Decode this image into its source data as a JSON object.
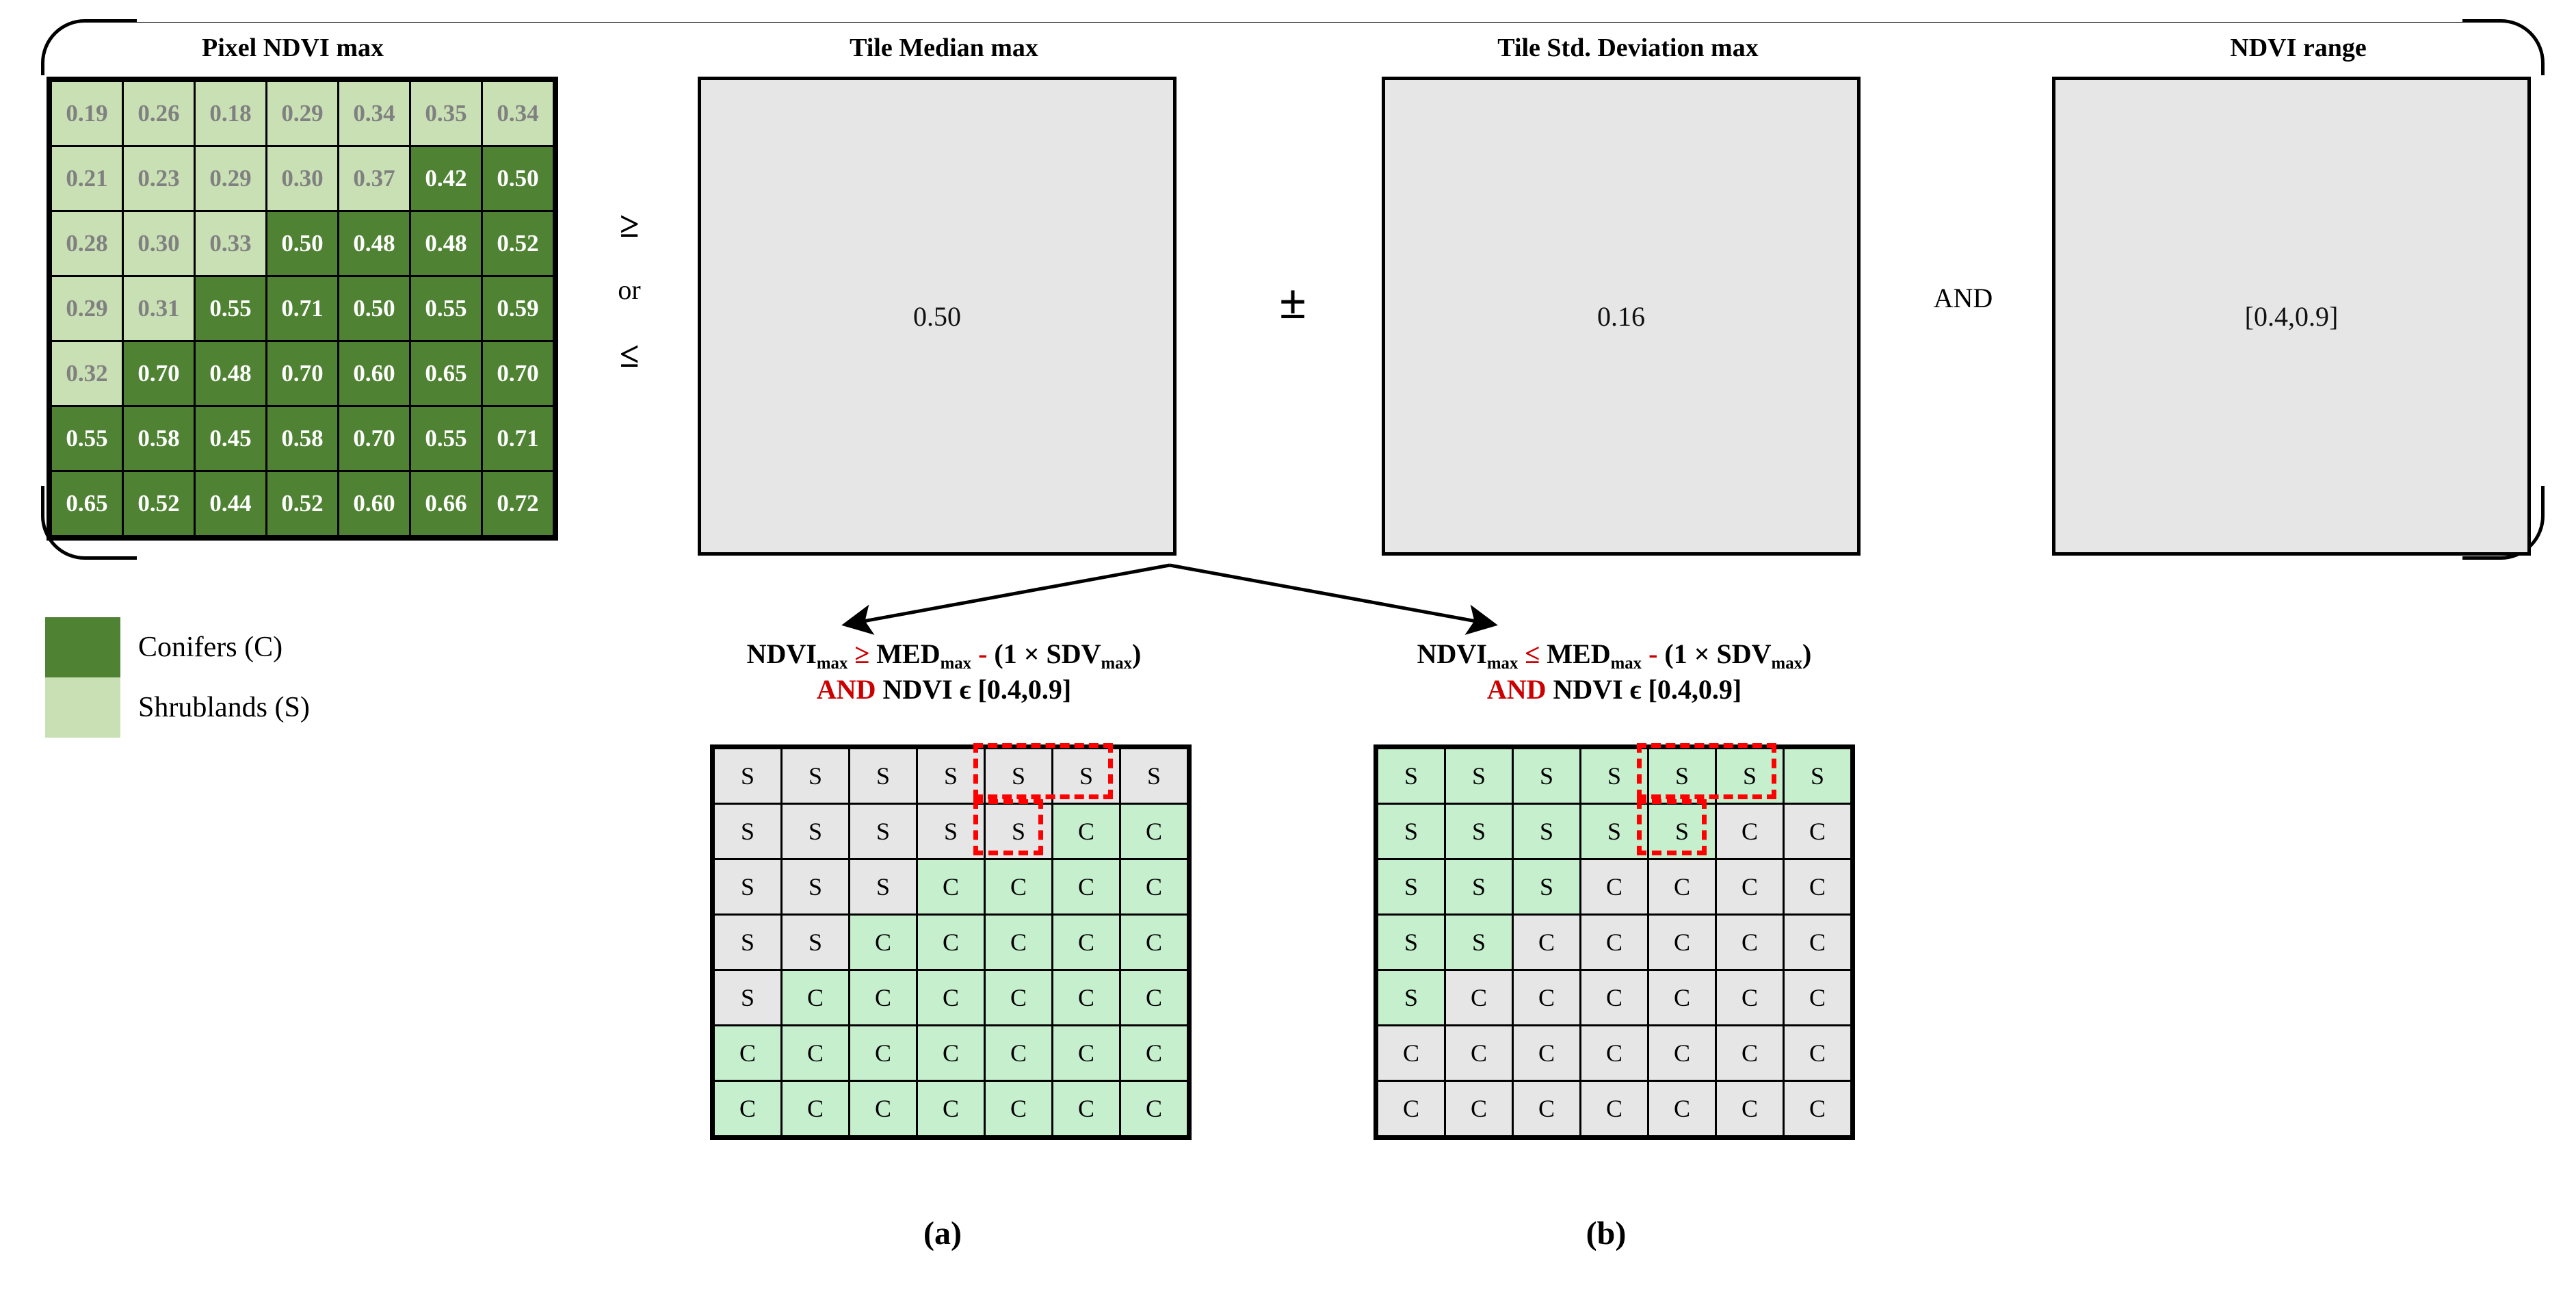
{
  "panels": {
    "pixel_ndvi": {
      "title": "Pixel  NDVI max"
    },
    "tile_median": {
      "title": "Tile Median max",
      "value": "0.50"
    },
    "tile_std": {
      "title": "Tile Std. Deviation max",
      "value": "0.16"
    },
    "ndvi_range": {
      "title": "NDVI range",
      "value": "[0.4,0.9]"
    }
  },
  "operators": {
    "gte": "≥",
    "or": "or",
    "lte": "≤",
    "plusminus": "±",
    "and": "AND"
  },
  "colors": {
    "conifer": "#4f8233",
    "shrubland": "#c8e0b4",
    "highlight_green": "#c6efce",
    "grey_cell": "#e6e6e6",
    "red_accent": "#cc0000",
    "red_dash": "#ff0000"
  },
  "legend": {
    "items": [
      {
        "label": "Conifers (C)",
        "class": "conif"
      },
      {
        "label": "Shrublands (S)",
        "class": "shrub"
      }
    ]
  },
  "chart_data": {
    "type": "heatmap",
    "title": "Pixel NDVI max",
    "rows": 7,
    "cols": 7,
    "legend": [
      "Conifers (C)",
      "Shrublands (S)"
    ],
    "values": [
      [
        0.19,
        0.26,
        0.18,
        0.29,
        0.34,
        0.35,
        0.34
      ],
      [
        0.21,
        0.23,
        0.29,
        0.3,
        0.37,
        0.42,
        0.5
      ],
      [
        0.28,
        0.3,
        0.33,
        0.5,
        0.48,
        0.48,
        0.52
      ],
      [
        0.29,
        0.31,
        0.55,
        0.71,
        0.5,
        0.55,
        0.59
      ],
      [
        0.32,
        0.7,
        0.48,
        0.7,
        0.6,
        0.65,
        0.7
      ],
      [
        0.55,
        0.58,
        0.45,
        0.58,
        0.7,
        0.55,
        0.71
      ],
      [
        0.65,
        0.52,
        0.44,
        0.52,
        0.6,
        0.66,
        0.72
      ]
    ],
    "classes": [
      [
        "S",
        "S",
        "S",
        "S",
        "S",
        "S",
        "S"
      ],
      [
        "S",
        "S",
        "S",
        "S",
        "S",
        "C",
        "C"
      ],
      [
        "S",
        "S",
        "S",
        "C",
        "C",
        "C",
        "C"
      ],
      [
        "S",
        "S",
        "C",
        "C",
        "C",
        "C",
        "C"
      ],
      [
        "S",
        "C",
        "C",
        "C",
        "C",
        "C",
        "C"
      ],
      [
        "C",
        "C",
        "C",
        "C",
        "C",
        "C",
        "C"
      ],
      [
        "C",
        "C",
        "C",
        "C",
        "C",
        "C",
        "C"
      ]
    ],
    "tile_median_max": 0.5,
    "tile_std_deviation_max": 0.16,
    "ndvi_range": [
      0.4,
      0.9
    ]
  },
  "ndvi_grid": {
    "cells": [
      [
        {
          "v": "0.19",
          "c": "shrub"
        },
        {
          "v": "0.26",
          "c": "shrub"
        },
        {
          "v": "0.18",
          "c": "shrub"
        },
        {
          "v": "0.29",
          "c": "shrub"
        },
        {
          "v": "0.34",
          "c": "shrub"
        },
        {
          "v": "0.35",
          "c": "shrub"
        },
        {
          "v": "0.34",
          "c": "shrub"
        }
      ],
      [
        {
          "v": "0.21",
          "c": "shrub"
        },
        {
          "v": "0.23",
          "c": "shrub"
        },
        {
          "v": "0.29",
          "c": "shrub"
        },
        {
          "v": "0.30",
          "c": "shrub"
        },
        {
          "v": "0.37",
          "c": "shrub"
        },
        {
          "v": "0.42",
          "c": "conif"
        },
        {
          "v": "0.50",
          "c": "conif"
        }
      ],
      [
        {
          "v": "0.28",
          "c": "shrub"
        },
        {
          "v": "0.30",
          "c": "shrub"
        },
        {
          "v": "0.33",
          "c": "shrub"
        },
        {
          "v": "0.50",
          "c": "conif"
        },
        {
          "v": "0.48",
          "c": "conif"
        },
        {
          "v": "0.48",
          "c": "conif"
        },
        {
          "v": "0.52",
          "c": "conif"
        }
      ],
      [
        {
          "v": "0.29",
          "c": "shrub"
        },
        {
          "v": "0.31",
          "c": "shrub"
        },
        {
          "v": "0.55",
          "c": "conif"
        },
        {
          "v": "0.71",
          "c": "conif"
        },
        {
          "v": "0.50",
          "c": "conif"
        },
        {
          "v": "0.55",
          "c": "conif"
        },
        {
          "v": "0.59",
          "c": "conif"
        }
      ],
      [
        {
          "v": "0.32",
          "c": "shrub"
        },
        {
          "v": "0.70",
          "c": "conif"
        },
        {
          "v": "0.48",
          "c": "conif"
        },
        {
          "v": "0.70",
          "c": "conif"
        },
        {
          "v": "0.60",
          "c": "conif"
        },
        {
          "v": "0.65",
          "c": "conif"
        },
        {
          "v": "0.70",
          "c": "conif"
        }
      ],
      [
        {
          "v": "0.55",
          "c": "conif"
        },
        {
          "v": "0.58",
          "c": "conif"
        },
        {
          "v": "0.45",
          "c": "conif"
        },
        {
          "v": "0.58",
          "c": "conif"
        },
        {
          "v": "0.70",
          "c": "conif"
        },
        {
          "v": "0.55",
          "c": "conif"
        },
        {
          "v": "0.71",
          "c": "conif"
        }
      ],
      [
        {
          "v": "0.65",
          "c": "conif"
        },
        {
          "v": "0.52",
          "c": "conif"
        },
        {
          "v": "0.44",
          "c": "conif"
        },
        {
          "v": "0.52",
          "c": "conif"
        },
        {
          "v": "0.60",
          "c": "conif"
        },
        {
          "v": "0.66",
          "c": "conif"
        },
        {
          "v": "0.72",
          "c": "conif"
        }
      ]
    ]
  },
  "subfigures": [
    {
      "id": "a",
      "caption": "(a)",
      "formula_line1": {
        "pre": "NDVI",
        "pre_sub": "max",
        "op": "≥",
        "mid": "MED",
        "mid_sub": "max",
        "minus": "-",
        "tail": "(1 × SDV",
        "tail_sub": "max",
        "close": ")"
      },
      "formula_line2": {
        "and": "AND",
        "rest": "NDVI ϵ [0.4,0.9]"
      },
      "cells": [
        [
          {
            "t": "S",
            "s": "off"
          },
          {
            "t": "S",
            "s": "off"
          },
          {
            "t": "S",
            "s": "off"
          },
          {
            "t": "S",
            "s": "off"
          },
          {
            "t": "S",
            "s": "off"
          },
          {
            "t": "S",
            "s": "off"
          },
          {
            "t": "S",
            "s": "off"
          }
        ],
        [
          {
            "t": "S",
            "s": "off"
          },
          {
            "t": "S",
            "s": "off"
          },
          {
            "t": "S",
            "s": "off"
          },
          {
            "t": "S",
            "s": "off"
          },
          {
            "t": "S",
            "s": "off"
          },
          {
            "t": "C",
            "s": "on"
          },
          {
            "t": "C",
            "s": "on"
          }
        ],
        [
          {
            "t": "S",
            "s": "off"
          },
          {
            "t": "S",
            "s": "off"
          },
          {
            "t": "S",
            "s": "off"
          },
          {
            "t": "C",
            "s": "on"
          },
          {
            "t": "C",
            "s": "on"
          },
          {
            "t": "C",
            "s": "on"
          },
          {
            "t": "C",
            "s": "on"
          }
        ],
        [
          {
            "t": "S",
            "s": "off"
          },
          {
            "t": "S",
            "s": "off"
          },
          {
            "t": "C",
            "s": "on"
          },
          {
            "t": "C",
            "s": "on"
          },
          {
            "t": "C",
            "s": "on"
          },
          {
            "t": "C",
            "s": "on"
          },
          {
            "t": "C",
            "s": "on"
          }
        ],
        [
          {
            "t": "S",
            "s": "off"
          },
          {
            "t": "C",
            "s": "on"
          },
          {
            "t": "C",
            "s": "on"
          },
          {
            "t": "C",
            "s": "on"
          },
          {
            "t": "C",
            "s": "on"
          },
          {
            "t": "C",
            "s": "on"
          },
          {
            "t": "C",
            "s": "on"
          }
        ],
        [
          {
            "t": "C",
            "s": "on"
          },
          {
            "t": "C",
            "s": "on"
          },
          {
            "t": "C",
            "s": "on"
          },
          {
            "t": "C",
            "s": "on"
          },
          {
            "t": "C",
            "s": "on"
          },
          {
            "t": "C",
            "s": "on"
          },
          {
            "t": "C",
            "s": "on"
          }
        ],
        [
          {
            "t": "C",
            "s": "on"
          },
          {
            "t": "C",
            "s": "on"
          },
          {
            "t": "C",
            "s": "on"
          },
          {
            "t": "C",
            "s": "on"
          },
          {
            "t": "C",
            "s": "on"
          },
          {
            "t": "C",
            "s": "on"
          },
          {
            "t": "C",
            "s": "on"
          }
        ]
      ]
    },
    {
      "id": "b",
      "caption": "(b)",
      "formula_line1": {
        "pre": "NDVI",
        "pre_sub": "max",
        "op": "≤",
        "mid": "MED",
        "mid_sub": "max",
        "minus": "-",
        "tail": "(1 × SDV",
        "tail_sub": "max",
        "close": ")"
      },
      "formula_line2": {
        "and": "AND",
        "rest": "NDVI ϵ [0.4,0.9]"
      },
      "cells": [
        [
          {
            "t": "S",
            "s": "on"
          },
          {
            "t": "S",
            "s": "on"
          },
          {
            "t": "S",
            "s": "on"
          },
          {
            "t": "S",
            "s": "on"
          },
          {
            "t": "S",
            "s": "on"
          },
          {
            "t": "S",
            "s": "on"
          },
          {
            "t": "S",
            "s": "on"
          }
        ],
        [
          {
            "t": "S",
            "s": "on"
          },
          {
            "t": "S",
            "s": "on"
          },
          {
            "t": "S",
            "s": "on"
          },
          {
            "t": "S",
            "s": "on"
          },
          {
            "t": "S",
            "s": "on"
          },
          {
            "t": "C",
            "s": "off"
          },
          {
            "t": "C",
            "s": "off"
          }
        ],
        [
          {
            "t": "S",
            "s": "on"
          },
          {
            "t": "S",
            "s": "on"
          },
          {
            "t": "S",
            "s": "on"
          },
          {
            "t": "C",
            "s": "off"
          },
          {
            "t": "C",
            "s": "off"
          },
          {
            "t": "C",
            "s": "off"
          },
          {
            "t": "C",
            "s": "off"
          }
        ],
        [
          {
            "t": "S",
            "s": "on"
          },
          {
            "t": "S",
            "s": "on"
          },
          {
            "t": "C",
            "s": "off"
          },
          {
            "t": "C",
            "s": "off"
          },
          {
            "t": "C",
            "s": "off"
          },
          {
            "t": "C",
            "s": "off"
          },
          {
            "t": "C",
            "s": "off"
          }
        ],
        [
          {
            "t": "S",
            "s": "on"
          },
          {
            "t": "C",
            "s": "off"
          },
          {
            "t": "C",
            "s": "off"
          },
          {
            "t": "C",
            "s": "off"
          },
          {
            "t": "C",
            "s": "off"
          },
          {
            "t": "C",
            "s": "off"
          },
          {
            "t": "C",
            "s": "off"
          }
        ],
        [
          {
            "t": "C",
            "s": "off"
          },
          {
            "t": "C",
            "s": "off"
          },
          {
            "t": "C",
            "s": "off"
          },
          {
            "t": "C",
            "s": "off"
          },
          {
            "t": "C",
            "s": "off"
          },
          {
            "t": "C",
            "s": "off"
          },
          {
            "t": "C",
            "s": "off"
          }
        ],
        [
          {
            "t": "C",
            "s": "off"
          },
          {
            "t": "C",
            "s": "off"
          },
          {
            "t": "C",
            "s": "off"
          },
          {
            "t": "C",
            "s": "off"
          },
          {
            "t": "C",
            "s": "off"
          },
          {
            "t": "C",
            "s": "off"
          },
          {
            "t": "C",
            "s": "off"
          }
        ]
      ]
    }
  ]
}
